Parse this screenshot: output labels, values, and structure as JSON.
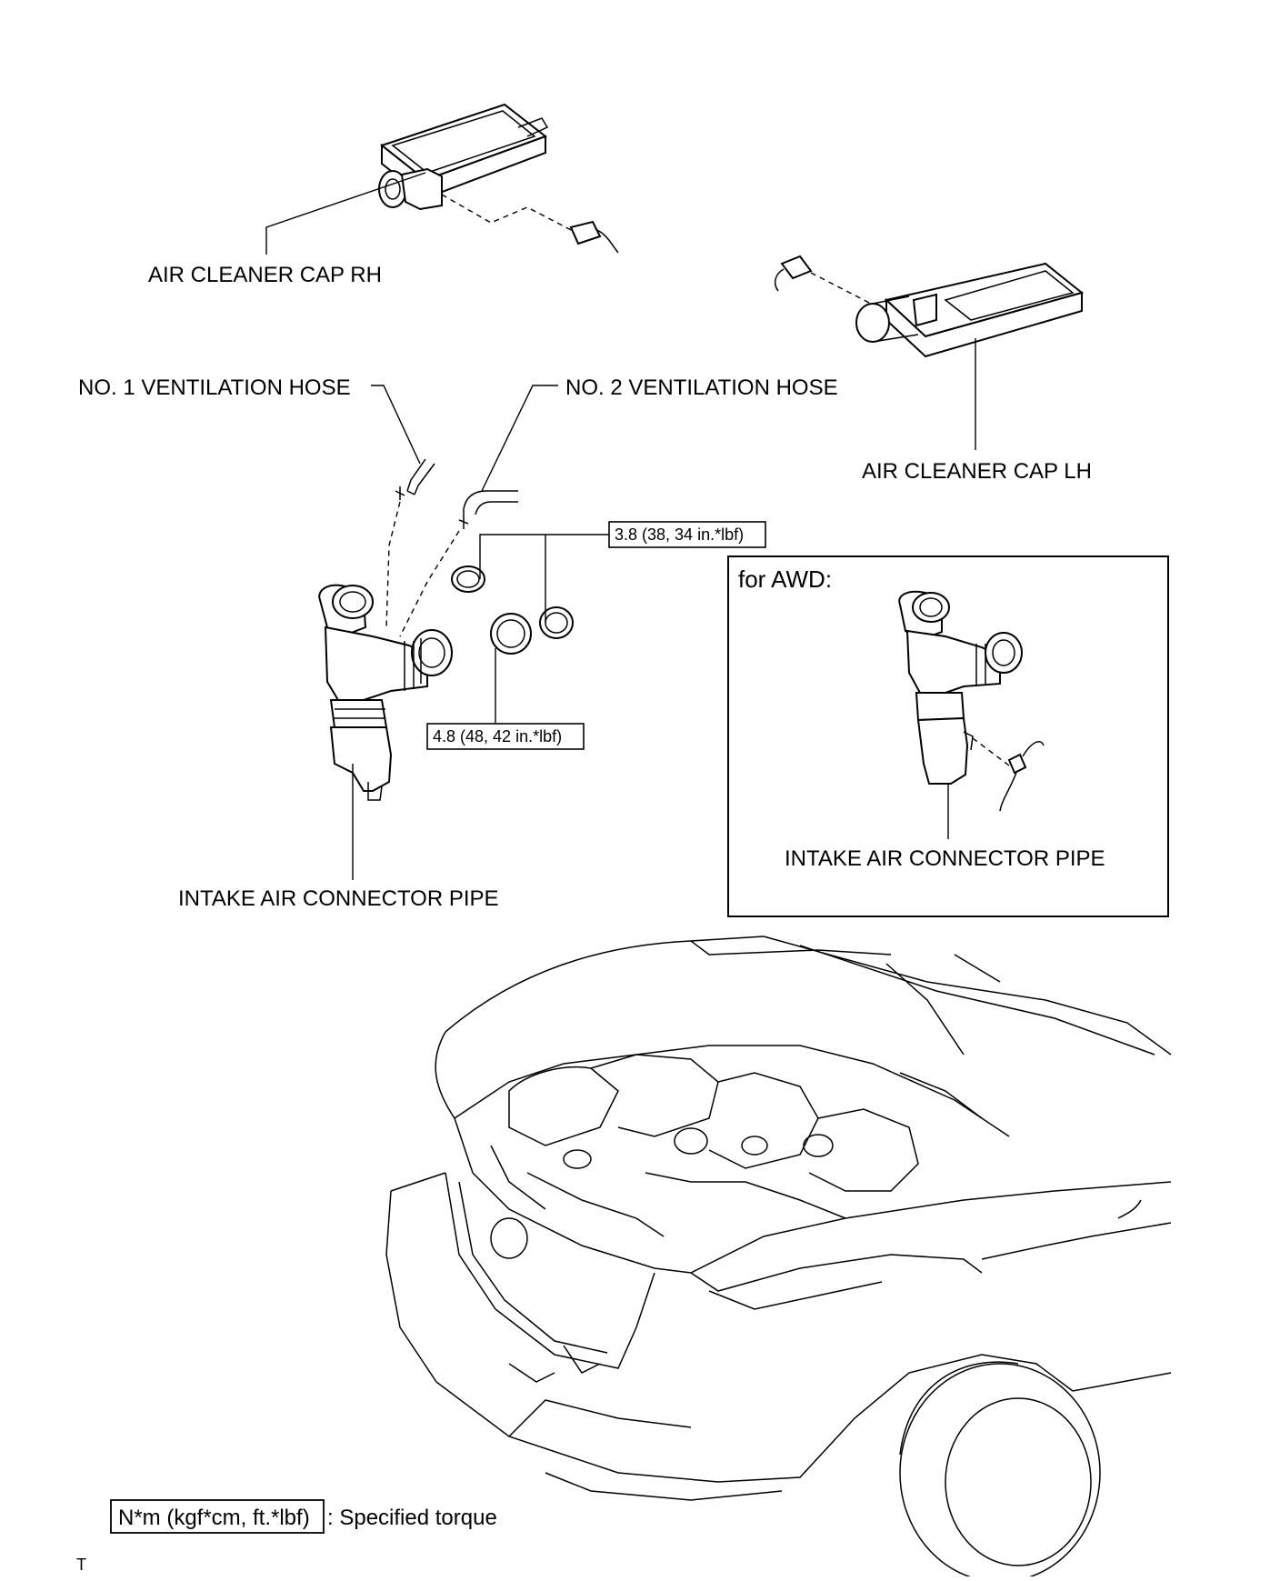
{
  "labels": {
    "air_cleaner_cap_rh": "AIR CLEANER CAP RH",
    "air_cleaner_cap_lh": "AIR CLEANER CAP LH",
    "no1_ventilation_hose": "NO. 1 VENTILATION HOSE",
    "no2_ventilation_hose": "NO. 2 VENTILATION HOSE",
    "intake_air_connector_pipe": "INTAKE AIR CONNECTOR PIPE"
  },
  "torque": {
    "upper": "3.8 (38, 34 in.*lbf)",
    "lower": "4.8 (48, 42 in.*lbf)"
  },
  "awd_box": {
    "title": "for AWD:",
    "label": "INTAKE AIR CONNECTOR PIPE"
  },
  "legend": {
    "box_text": "N*m (kgf*cm, ft.*lbf)",
    "description": ": Specified torque"
  },
  "footer_mark": "T"
}
